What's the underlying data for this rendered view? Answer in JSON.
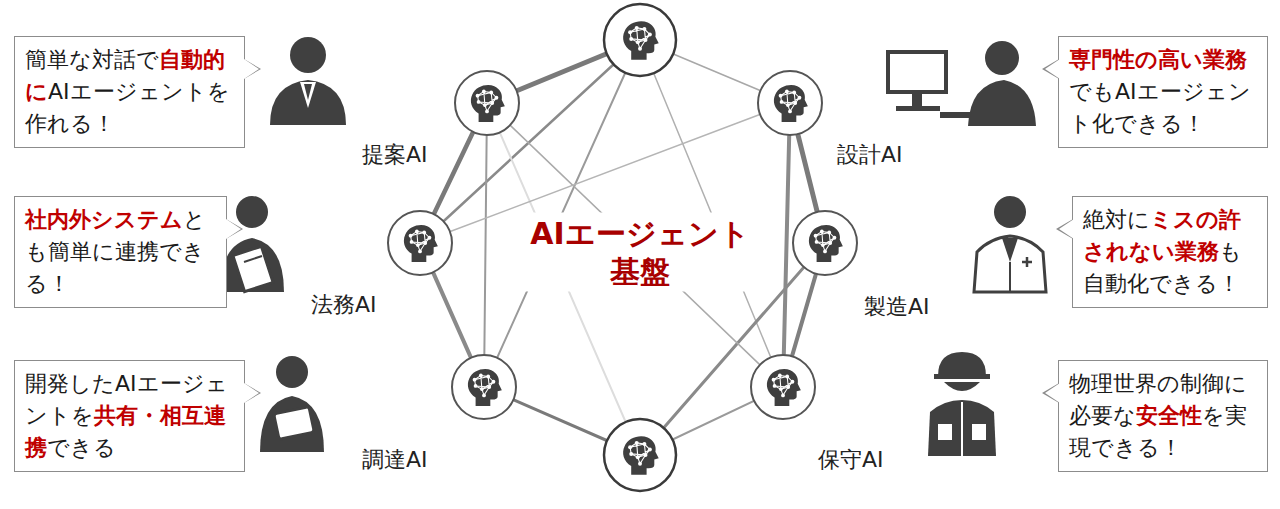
{
  "diagram": {
    "nodes": [
      {
        "text": [
          "提案AI"
        ]
      },
      {
        "text": [
          "設計AI"
        ]
      },
      {
        "text": [
          "法務AI"
        ]
      },
      {
        "text": [
          "製造AI"
        ]
      },
      {
        "text": [
          "調達AI"
        ]
      },
      {
        "text": [
          "保守AI"
        ]
      },
      {
        "text": [
          "簡単な対話で",
          "自動的に",
          "AIエージェントを作れる！"
        ]
      },
      {
        "text": [
          "専門性の高い業務",
          "でもAIエージェント化できる！"
        ]
      },
      {
        "text": [
          "社内外システム",
          "とも簡単に連携できる！"
        ]
      },
      {
        "text": [
          "絶対に",
          "ミスの許されない業務",
          "も自動化できる！"
        ]
      },
      {
        "text": [
          "開発したAIエージェントを",
          "共有・相互連携",
          "できる"
        ]
      },
      {
        "text": [
          "物理世界の制御に必要な",
          "安全性",
          "を実現できる！"
        ]
      }
    ],
    "edges": [
      {
        "from": 0,
        "to": 2,
        "arrow": "none"
      },
      {
        "from": 0,
        "to": 4,
        "arrow": "none"
      },
      {
        "from": 0,
        "to": 5,
        "arrow": "none"
      },
      {
        "from": 1,
        "to": 3,
        "arrow": "none"
      },
      {
        "from": 1,
        "to": 5,
        "arrow": "none"
      },
      {
        "from": 1,
        "to": 2,
        "arrow": "none"
      },
      {
        "from": 2,
        "to": 4,
        "arrow": "none"
      },
      {
        "from": 3,
        "to": 5,
        "arrow": "none"
      }
    ],
    "labels": [
      "AIエージェント 基盤"
    ]
  }
}
